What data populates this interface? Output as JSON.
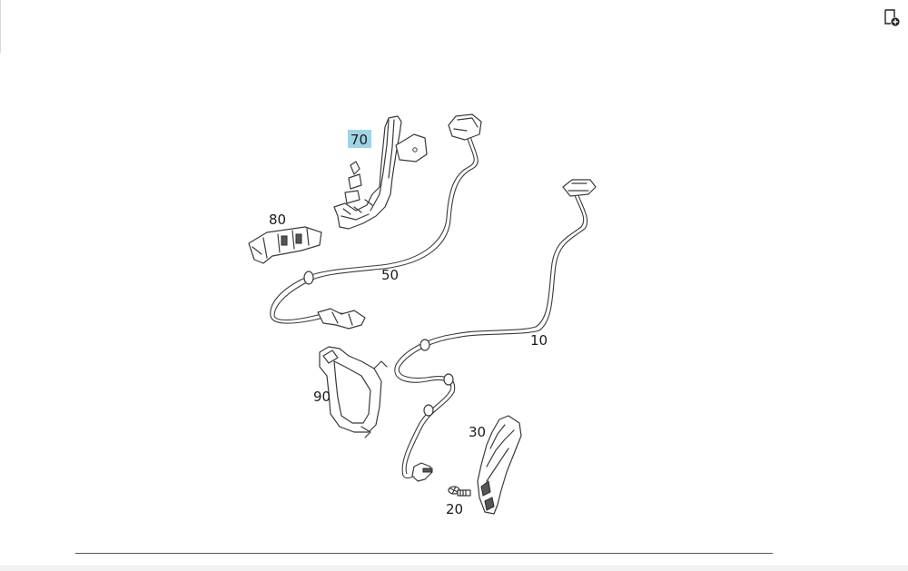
{
  "toolbar": {
    "icon": "page-add-icon"
  },
  "diagram": {
    "highlight_color": "#9fd3e6",
    "callouts": [
      {
        "id": "70",
        "label": "70",
        "highlighted": true
      },
      {
        "id": "80",
        "label": "80",
        "highlighted": false
      },
      {
        "id": "50",
        "label": "50",
        "highlighted": false
      },
      {
        "id": "10",
        "label": "10",
        "highlighted": false
      },
      {
        "id": "90",
        "label": "90",
        "highlighted": false
      },
      {
        "id": "30",
        "label": "30",
        "highlighted": false
      },
      {
        "id": "20",
        "label": "20",
        "highlighted": false
      }
    ]
  }
}
